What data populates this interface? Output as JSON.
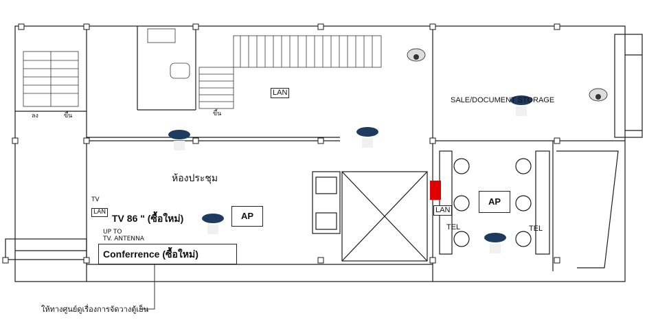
{
  "plan": {
    "labels": {
      "lan_main": "LAN",
      "sale_room": "SALE/DOCUMENT STORAGE",
      "meeting_room": "ห้องประชุม",
      "tv": "TV 86 \" (ซื้อใหม่)",
      "tv_small": "TV",
      "lan_tv": "LAN",
      "up_to_antenna": "UP TO\nTV. ANTENNA",
      "ap_meeting": "AP",
      "ap_office": "AP",
      "conference": "Conferrence (ซื้อใหม่)",
      "lan_office": "LAN",
      "tel_left": "TEL",
      "tel_right": "TEL",
      "stair_down": "ลง",
      "stair_up": "ขึ้น",
      "stair_up_2": "ขึ้น",
      "footnote": "ให้ทางศูนย์ดูเรื่องการจัดวางตู้เย็น"
    },
    "colors": {
      "wall": "#1a1a1a",
      "line": "#333333",
      "red_marker": "#e00000",
      "sensor_blue": "#1f3a5f"
    },
    "icons": [
      "smoke-detector-icon",
      "dome-camera-icon"
    ]
  }
}
